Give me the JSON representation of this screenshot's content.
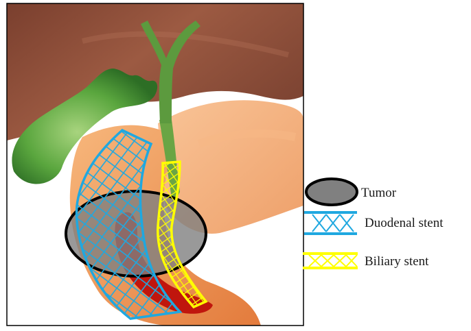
{
  "legend": {
    "items": [
      {
        "label": "Tumor",
        "symbol": "tumor-ellipse-icon",
        "fill_color": "#808080",
        "stroke_color": "#000000"
      },
      {
        "label": "Duodenal stent",
        "symbol": "duodenal-stent-mesh-icon",
        "color": "#1fa8e0"
      },
      {
        "label": "Biliary stent",
        "symbol": "biliary-stent-mesh-icon",
        "color": "#ffff00"
      }
    ]
  },
  "colors": {
    "liver": "#8a4f3a",
    "gallbladder": "#4f9e3a",
    "bile_duct": "#6aa544",
    "pancreas": "#f2a766",
    "duodenum": "#ee9a58",
    "duodenal_lumen": "#c0160d",
    "tumor": "#808080",
    "duodenal_stent": "#1fa8e0",
    "biliary_stent": "#ffff00"
  }
}
